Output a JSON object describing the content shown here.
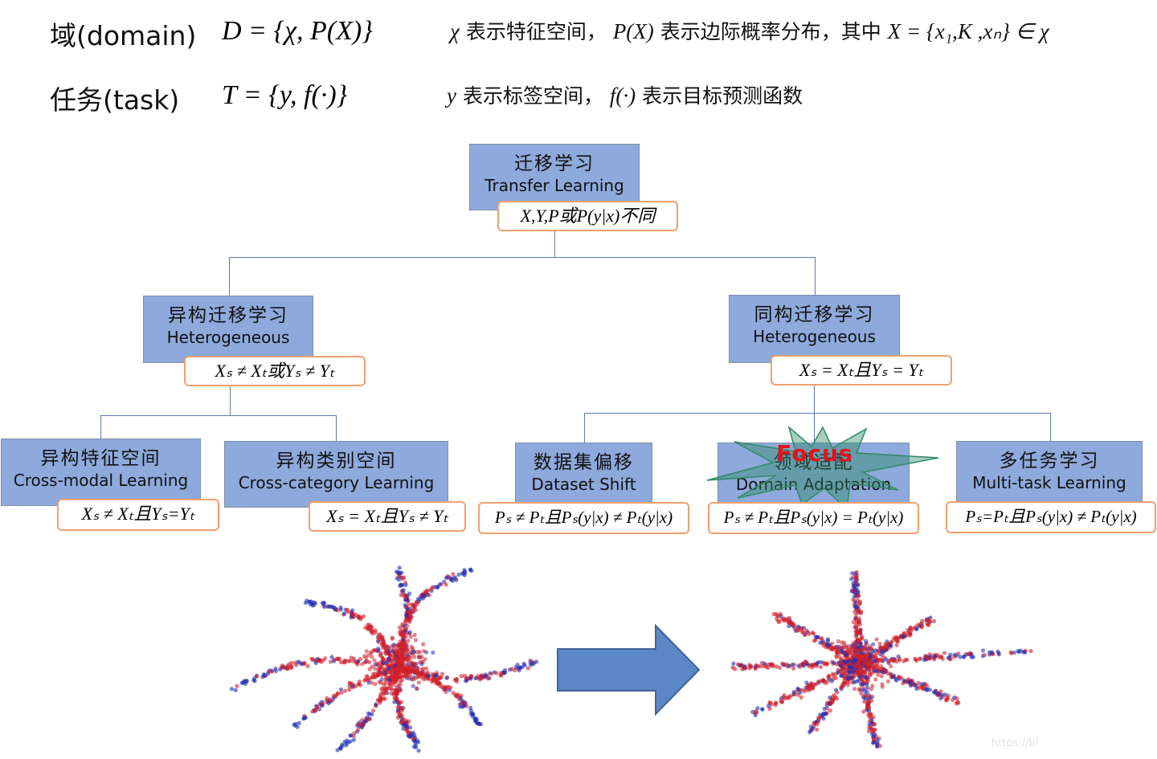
{
  "definitions": {
    "domain": {
      "term": "域(domain)",
      "formula": "D = {χ, P(X)}",
      "description": {
        "sym1": "χ",
        "text1": "表示特征空间，",
        "sym2": "P(X)",
        "text2": "表示边际概率分布，其中",
        "sym3": "X = {x₁,K ,xₙ} ∈ χ"
      }
    },
    "task": {
      "term": "任务(task)",
      "formula": "T = {y, f(·)}",
      "description": {
        "sym1": "y",
        "text1": "表示标签空间，",
        "sym2": "f(·)",
        "text2": "表示目标预测函数"
      }
    }
  },
  "tree": {
    "root": {
      "zh": "迁移学习",
      "en": "Transfer Learning",
      "condition": "X,Y,P或P(y|x)不同"
    },
    "heterogeneous": {
      "zh": "异构迁移学习",
      "en": "Heterogeneous",
      "condition": "Xₛ ≠ Xₜ或Yₛ ≠ Yₜ"
    },
    "homogeneous": {
      "zh": "同构迁移学习",
      "en": "Heterogeneous",
      "condition": "Xₛ = Xₜ且Yₛ = Yₜ"
    },
    "cross_modal": {
      "zh": "异构特征空间",
      "en": "Cross-modal Learning",
      "condition": "Xₛ ≠ Xₜ且Yₛ=Yₜ"
    },
    "cross_category": {
      "zh": "异构类别空间",
      "en": "Cross-category Learning",
      "condition": "Xₛ = Xₜ且Yₛ ≠ Yₜ"
    },
    "dataset_shift": {
      "zh": "数据集偏移",
      "en": "Dataset Shift",
      "condition": "Pₛ ≠ Pₜ且Pₛ(y|x) ≠ Pₜ(y|x)"
    },
    "domain_adaptation": {
      "zh": "领域适配",
      "en": "Domain Adaptation",
      "condition": "Pₛ ≠ Pₜ且Pₛ(y|x) = Pₜ(y|x)"
    },
    "multi_task": {
      "zh": "多任务学习",
      "en": "Multi-task Learning",
      "condition": "Pₛ=Pₜ且Pₛ(y|x) ≠ Pₜ(y|x)"
    }
  },
  "focus_label": "Focus",
  "watermark": "https://bl",
  "colors": {
    "node_fill": "#8ea9db",
    "condition_border": "#f0a06e",
    "connector": "#5b7bb0",
    "arrow": "#5b87c4",
    "focus_burst": "#2e8b63",
    "focus_text": "#e8101a",
    "source_points": "#d0202a",
    "target_points": "#1f2fb5"
  }
}
